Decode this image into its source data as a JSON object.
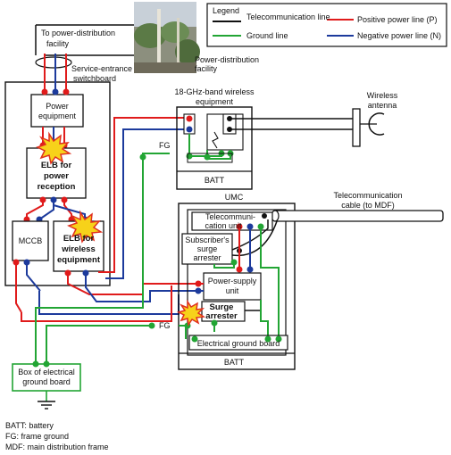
{
  "legend": {
    "title": "Legend",
    "telecom": "Telecommunication line",
    "ground": "Ground line",
    "positive": "Positive power line (P)",
    "negative": "Negative power line (N)"
  },
  "colors": {
    "telecom": "#111111",
    "ground": "#22a534",
    "positive": "#e01b1b",
    "negative": "#1c3a9c",
    "burst": "#f7d21a",
    "burst_edge": "#e0301e"
  },
  "labels": {
    "to_facility_1": "To power-distribution",
    "to_facility_2": "facility",
    "pd_facility_1": "Power-distribution",
    "pd_facility_2": "facility",
    "service_1": "Service-entrance",
    "service_2": "switchboard",
    "power_equipment_1": "Power",
    "power_equipment_2": "equipment",
    "elb_power_1": "ELB for",
    "elb_power_2": "power",
    "elb_power_3": "reception",
    "mccb": "MCCB",
    "elb_wireless_1": "ELB for",
    "elb_wireless_2": "wireless",
    "elb_wireless_3": "equipment",
    "wireless_equipment_1": "18-GHz-band wireless",
    "wireless_equipment_2": "equipment",
    "batt_top": "BATT",
    "fg_top": "FG",
    "wireless_antenna_1": "Wireless",
    "wireless_antenna_2": "antenna",
    "umc": "UMC",
    "telecom_cable_1": "Telecommunication",
    "telecom_cable_2": "cable (to MDF)",
    "telecom_unit_1": "Telecommuni-",
    "telecom_unit_2": "cation unit",
    "subscriber_1": "Subscriber's",
    "subscriber_2": "surge",
    "subscriber_3": "arrester",
    "psu_1": "Power-supply",
    "psu_2": "unit",
    "surge_1": "Surge",
    "surge_2": "arrester",
    "fg_bottom": "FG",
    "egb": "Electrical ground board",
    "batt_bottom": "BATT",
    "box_1": "Box of electrical",
    "box_2": "ground board"
  },
  "notes": [
    "BATT: battery",
    "FG: frame ground",
    "MDF: main distribution frame"
  ]
}
